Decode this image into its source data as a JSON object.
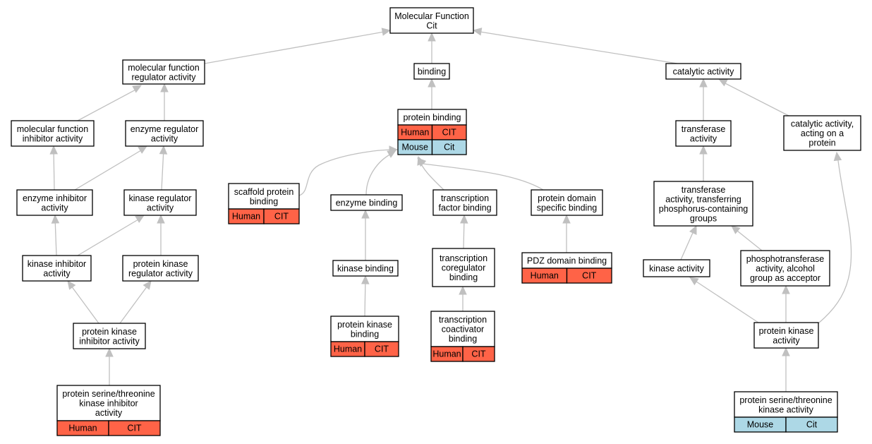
{
  "colors": {
    "human": "#ff6347",
    "mouse": "#add8e6",
    "edge": "#c0c0c0",
    "border": "#000000"
  },
  "nodes": {
    "molecular_function": {
      "lines": [
        "Molecular Function",
        "Cit"
      ]
    },
    "mf_regulator": {
      "lines": [
        "molecular function",
        "regulator activity"
      ]
    },
    "binding": {
      "lines": [
        "binding"
      ]
    },
    "catalytic": {
      "lines": [
        "catalytic activity"
      ]
    },
    "mf_inhibitor": {
      "lines": [
        "molecular function",
        "inhibitor activity"
      ]
    },
    "enzyme_regulator": {
      "lines": [
        "enzyme regulator",
        "activity"
      ]
    },
    "protein_binding": {
      "lines": [
        "protein binding"
      ],
      "rows": [
        [
          "Human",
          "CIT"
        ],
        [
          "Mouse",
          "Cit"
        ]
      ]
    },
    "transferase": {
      "lines": [
        "transferase",
        "activity"
      ]
    },
    "cat_on_protein": {
      "lines": [
        "catalytic activity,",
        "acting on a",
        "protein"
      ]
    },
    "enzyme_inhibitor": {
      "lines": [
        "enzyme inhibitor",
        "activity"
      ]
    },
    "kinase_regulator": {
      "lines": [
        "kinase regulator",
        "activity"
      ]
    },
    "scaffold": {
      "lines": [
        "scaffold protein",
        "binding"
      ],
      "rows": [
        [
          "Human",
          "CIT"
        ]
      ]
    },
    "enzyme_binding": {
      "lines": [
        "enzyme binding"
      ]
    },
    "tf_binding": {
      "lines": [
        "transcription",
        "factor binding"
      ]
    },
    "pd_binding": {
      "lines": [
        "protein domain",
        "specific binding"
      ]
    },
    "transferase_p": {
      "lines": [
        "transferase",
        "activity, transferring",
        "phosphorus-containing",
        "groups"
      ]
    },
    "kinase_inhibitor": {
      "lines": [
        "kinase inhibitor",
        "activity"
      ]
    },
    "pk_regulator": {
      "lines": [
        "protein kinase",
        "regulator activity"
      ]
    },
    "kinase_binding": {
      "lines": [
        "kinase binding"
      ]
    },
    "tcoreg": {
      "lines": [
        "transcription",
        "coregulator",
        "binding"
      ]
    },
    "pdz": {
      "lines": [
        "PDZ domain binding"
      ],
      "rows": [
        [
          "Human",
          "CIT"
        ]
      ]
    },
    "kinase_activity": {
      "lines": [
        "kinase activity"
      ]
    },
    "phosphotransferase": {
      "lines": [
        "phosphotransferase",
        "activity, alcohol",
        "group as acceptor"
      ]
    },
    "pk_inhibitor": {
      "lines": [
        "protein kinase",
        "inhibitor activity"
      ]
    },
    "pk_binding": {
      "lines": [
        "protein kinase",
        "binding"
      ],
      "rows": [
        [
          "Human",
          "CIT"
        ]
      ]
    },
    "tcoact": {
      "lines": [
        "transcription",
        "coactivator",
        "binding"
      ],
      "rows": [
        [
          "Human",
          "CIT"
        ]
      ]
    },
    "pk_activity": {
      "lines": [
        "protein kinase",
        "activity"
      ]
    },
    "pst_inhibitor": {
      "lines": [
        "protein serine/threonine",
        "kinase inhibitor",
        "activity"
      ],
      "rows": [
        [
          "Human",
          "CIT"
        ]
      ]
    },
    "pst_kinase": {
      "lines": [
        "protein serine/threonine",
        "kinase activity"
      ],
      "rows": [
        [
          "Mouse",
          "Cit"
        ]
      ]
    }
  },
  "edges": [
    [
      "mf_regulator",
      "molecular_function"
    ],
    [
      "binding",
      "molecular_function"
    ],
    [
      "catalytic",
      "molecular_function"
    ],
    [
      "mf_inhibitor",
      "mf_regulator"
    ],
    [
      "enzyme_regulator",
      "mf_regulator"
    ],
    [
      "protein_binding",
      "binding"
    ],
    [
      "transferase",
      "catalytic"
    ],
    [
      "cat_on_protein",
      "catalytic"
    ],
    [
      "enzyme_inhibitor",
      "mf_inhibitor"
    ],
    [
      "enzyme_inhibitor",
      "enzyme_regulator"
    ],
    [
      "kinase_regulator",
      "enzyme_regulator"
    ],
    [
      "scaffold",
      "protein_binding"
    ],
    [
      "enzyme_binding",
      "protein_binding"
    ],
    [
      "tf_binding",
      "protein_binding"
    ],
    [
      "pd_binding",
      "protein_binding"
    ],
    [
      "transferase_p",
      "transferase"
    ],
    [
      "kinase_inhibitor",
      "enzyme_inhibitor"
    ],
    [
      "kinase_inhibitor",
      "kinase_regulator"
    ],
    [
      "pk_regulator",
      "kinase_regulator"
    ],
    [
      "kinase_binding",
      "enzyme_binding"
    ],
    [
      "tcoreg",
      "tf_binding"
    ],
    [
      "pdz",
      "pd_binding"
    ],
    [
      "kinase_activity",
      "transferase_p"
    ],
    [
      "phosphotransferase",
      "transferase_p"
    ],
    [
      "pk_inhibitor",
      "kinase_inhibitor"
    ],
    [
      "pk_inhibitor",
      "pk_regulator"
    ],
    [
      "pk_binding",
      "kinase_binding"
    ],
    [
      "tcoact",
      "tcoreg"
    ],
    [
      "pk_activity",
      "kinase_activity"
    ],
    [
      "pk_activity",
      "phosphotransferase"
    ],
    [
      "pk_activity",
      "cat_on_protein"
    ],
    [
      "pst_inhibitor",
      "pk_inhibitor"
    ],
    [
      "pst_kinase",
      "pk_activity"
    ]
  ]
}
